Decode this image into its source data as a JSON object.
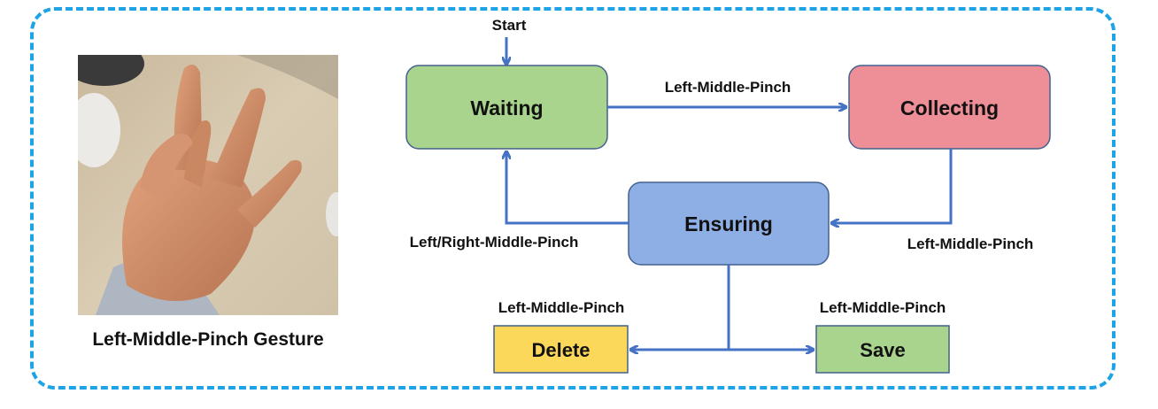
{
  "gesture": {
    "caption": "Left-Middle-Pinch Gesture",
    "image_description_icon": "hand-gesture-photo"
  },
  "diagram": {
    "start_label": "Start",
    "nodes": {
      "waiting": {
        "label": "Waiting",
        "color": "#a9d48e"
      },
      "collecting": {
        "label": "Collecting",
        "color": "#ee8f97"
      },
      "ensuring": {
        "label": "Ensuring",
        "color": "#8eaee6"
      },
      "delete": {
        "label": "Delete",
        "color": "#fcd85a"
      },
      "save": {
        "label": "Save",
        "color": "#a9d48e"
      }
    },
    "edges": {
      "waiting_to_collecting": "Left-Middle-Pinch",
      "collecting_to_ensuring": "Left-Middle-Pinch",
      "ensuring_to_waiting": "Left/Right-Middle-Pinch",
      "ensuring_to_delete": "Left-Middle-Pinch",
      "ensuring_to_save": "Left-Middle-Pinch"
    },
    "edge_color": "#4472c4",
    "frame_color": "#1ea3e6"
  }
}
